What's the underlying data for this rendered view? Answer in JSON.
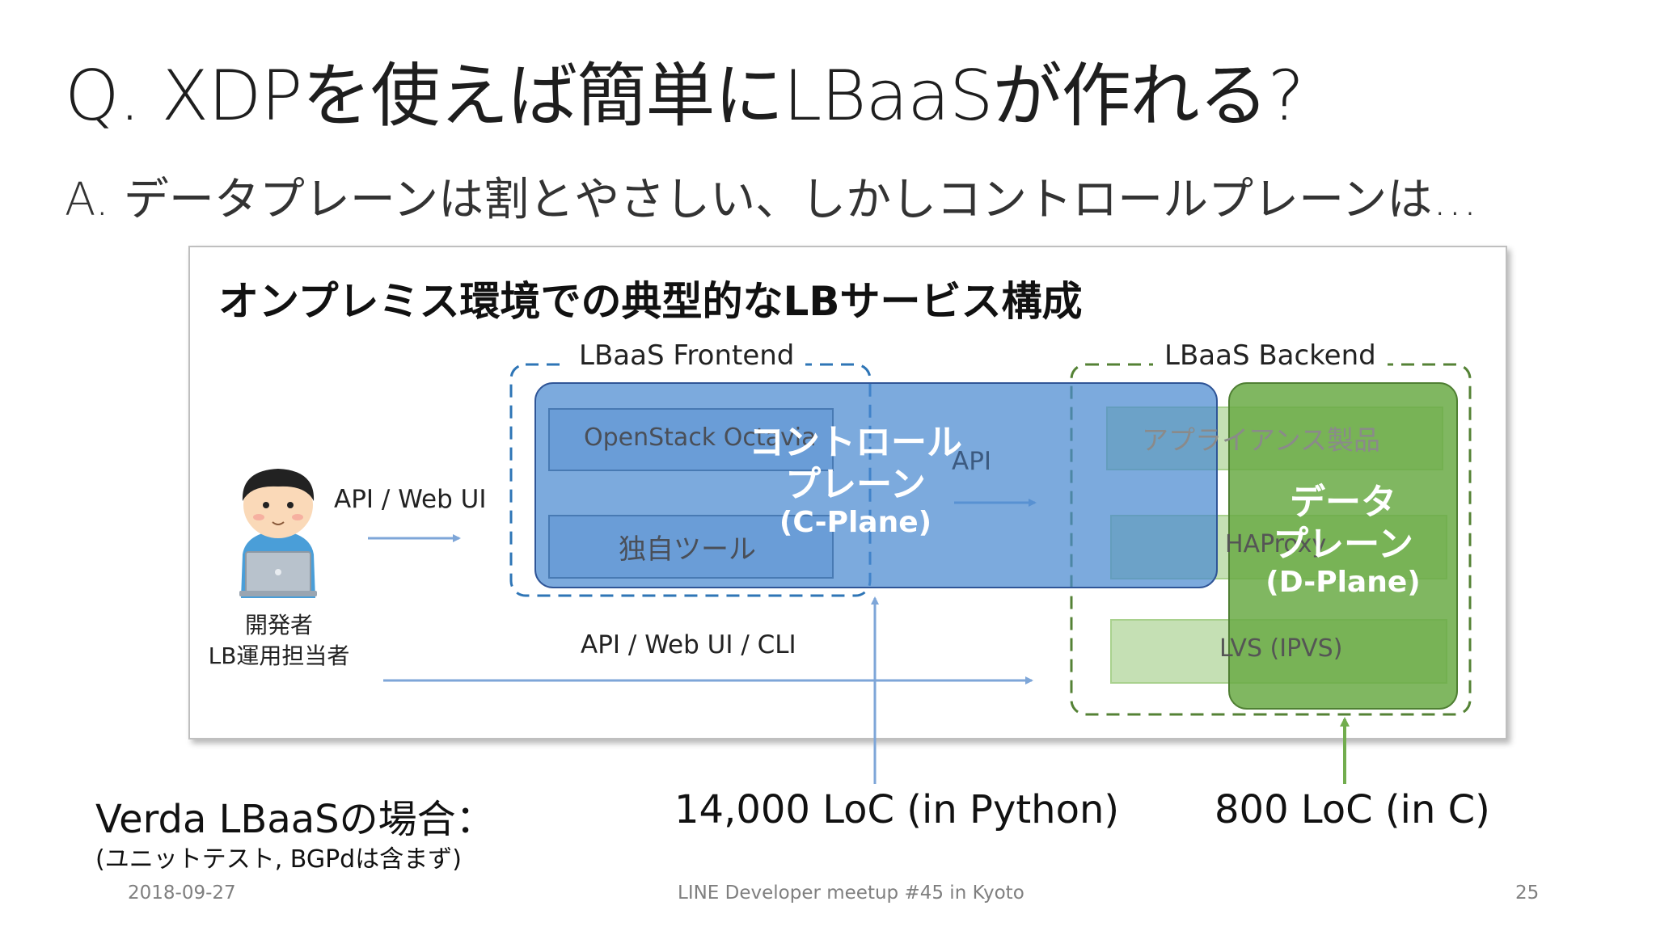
{
  "slide": {
    "title": "Q. XDPを使えば簡単にLBaaSが作れる?",
    "answer": "A. データプレーンは割とやさしい、しかしコントロールプレーンは…"
  },
  "diagram": {
    "title": "オンプレミス環境での典型的なLBサービス構成",
    "frontend": {
      "label": "LBaaS Frontend",
      "components": [
        "OpenStack Octavia",
        "独自ツール"
      ]
    },
    "backend": {
      "label": "LBaaS Backend",
      "components": [
        "アプライアンス製品",
        "HAProxy",
        "LVS (IPVS)"
      ]
    },
    "user": {
      "role_1": "開発者",
      "role_2": "LB運用担当者"
    },
    "edges": {
      "user_to_frontend": "API / Web UI",
      "frontend_to_backend": "API",
      "user_to_backend": "API / Web UI / CLI"
    },
    "control_plane": {
      "line_1": "コントロール",
      "line_2": "プレーン",
      "abbr": "(C-Plane)"
    },
    "data_plane": {
      "line_1": "データ",
      "line_2": "プレーン",
      "abbr": "(D-Plane)"
    }
  },
  "case": {
    "title": "Verda LBaaSの場合：",
    "note": "(ユニットテスト, BGPdは含まず)",
    "control_plane_loc": "14,000 LoC (in Python)",
    "data_plane_loc": "800 LoC (in C)"
  },
  "footer": {
    "date": "2018-09-27",
    "event": "LINE Developer meetup #45 in Kyoto",
    "page": "25"
  },
  "colors": {
    "control_plane": "#6a9fd8",
    "data_plane": "#72ad4e",
    "frontend_border": "#2e75b6",
    "backend_border": "#548235",
    "arrow": "#7ea6d8"
  }
}
